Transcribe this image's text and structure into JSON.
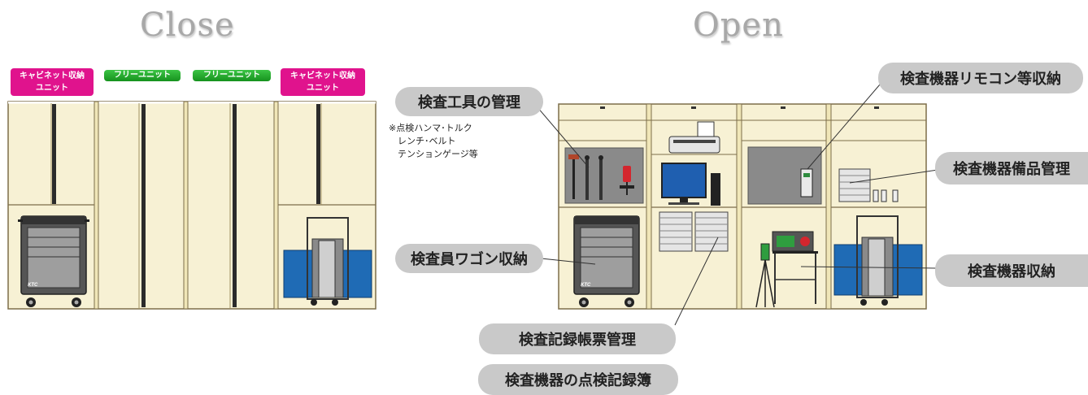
{
  "headings": {
    "close": "Close",
    "open": "Open"
  },
  "close_units": {
    "cabinet_left": [
      "キャビネット収納",
      "ユニット"
    ],
    "free_1": "フリーユニット",
    "free_2": "フリーユニット",
    "cabinet_right": [
      "キャビネット収納",
      "ユニット"
    ]
  },
  "callouts": {
    "tool_management": "検査工具の管理",
    "tool_note": "※点検ハンマ･トルク\n　レンチ･ベルト\n　テンションゲージ等",
    "remote_storage": "検査機器リモコン等収納",
    "spare_parts": "検査機器備品管理",
    "wagon_storage": "検査員ワゴン収納",
    "device_storage": "検査機器収納",
    "record_forms": "検査記録帳票管理",
    "inspection_log": "検査機器の点検記録簿"
  },
  "wagon_brand": "KTC",
  "colors": {
    "panel": "#f7f1d4",
    "frame": "#7d6e4a",
    "pegboard": "#8a8a8a",
    "blue_case": "#1f6bb5",
    "callout_gray": "#c9c9c9",
    "badge_pink": "#e0138d",
    "badge_green": "#26a82e"
  }
}
